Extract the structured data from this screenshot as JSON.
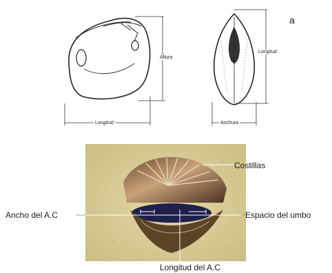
{
  "figure_letter": "a",
  "side_view": {
    "height_label": "Altura",
    "length_label": "Longitud"
  },
  "top_view": {
    "length_label": "Longitud",
    "width_label": "Anchura"
  },
  "photo": {
    "ribs_label": "Costillas",
    "umbo_space_label": "Espacio del umbo",
    "ac_width_label": "Ancho del A.C",
    "ac_length_label": "Longitud del A.C"
  }
}
